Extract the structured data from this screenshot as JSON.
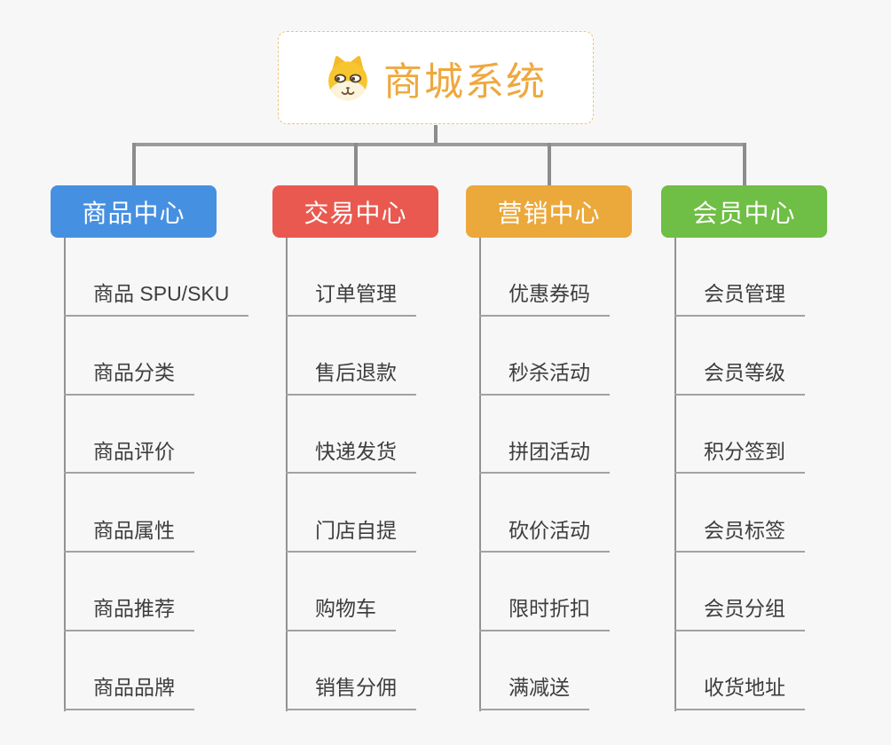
{
  "canvas": {
    "background": "#f7f7f7"
  },
  "root": {
    "title": "商城系统",
    "icon": "dog-face-icon",
    "text_color": "#efa83e",
    "border_color": "#f1c27d"
  },
  "connector_color": "#8c8c8c",
  "branches": [
    {
      "label": "商品中心",
      "color": "#4690e2",
      "items": [
        "商品 SPU/SKU",
        "商品分类",
        "商品评价",
        "商品属性",
        "商品推荐",
        "商品品牌"
      ]
    },
    {
      "label": "交易中心",
      "color": "#e9594f",
      "items": [
        "订单管理",
        "售后退款",
        "快递发货",
        "门店自提",
        "购物车",
        "销售分佣"
      ]
    },
    {
      "label": "营销中心",
      "color": "#eba83b",
      "items": [
        "优惠券码",
        "秒杀活动",
        "拼团活动",
        "砍价活动",
        "限时折扣",
        "满减送"
      ]
    },
    {
      "label": "会员中心",
      "color": "#6fbe45",
      "items": [
        "会员管理",
        "会员等级",
        "积分签到",
        "会员标签",
        "会员分组",
        "收货地址"
      ]
    }
  ]
}
